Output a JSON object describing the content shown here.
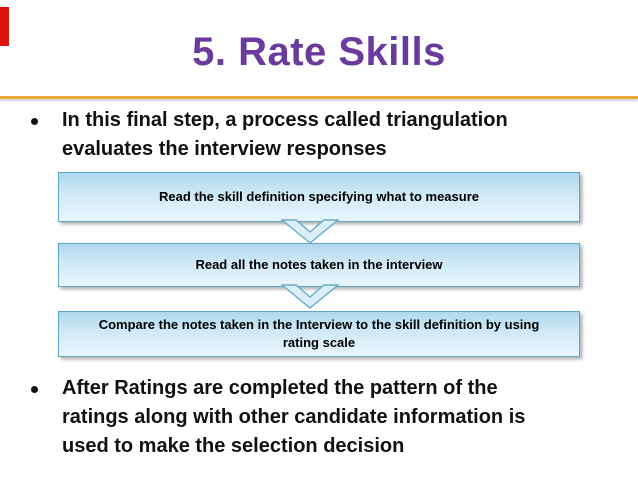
{
  "theme": {
    "title_color": "#6B3A9D",
    "divider_color": "#E7AC3B",
    "red_bar_color": "#DC1410",
    "text_color": "#111111",
    "box_border_color": "#5FA5C5",
    "box_fill_top": "#AFD9EE",
    "box_fill_bottom": "#EAF6FC",
    "arrow_fill": "#DCEFF9",
    "arrow_stroke": "#66ABCB"
  },
  "slide": {
    "title": "5. Rate Skills",
    "bullets": [
      {
        "lines": [
          "In this final step, a process called triangulation",
          "evaluates the interview responses"
        ]
      },
      {
        "lines": [
          "After Ratings are completed the pattern of the",
          "ratings along with other candidate information is",
          "used to make the selection decision"
        ]
      }
    ],
    "process_steps": [
      {
        "lines": [
          "Read the skill definition specifying what to measure"
        ]
      },
      {
        "lines": [
          "Read all the notes taken in the interview"
        ]
      },
      {
        "lines": [
          "Compare the notes taken in the Interview to the skill definition by using",
          "rating scale"
        ]
      }
    ]
  }
}
